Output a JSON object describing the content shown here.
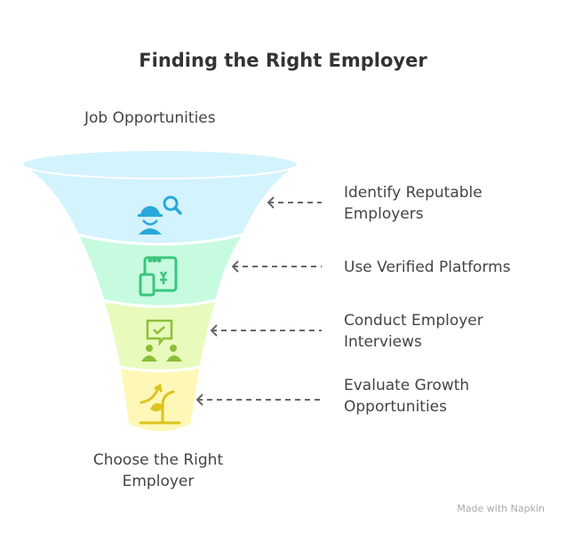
{
  "title": "Finding the Right Employer",
  "top_label": "Job Opportunities",
  "bottom_label": "Choose the Right Employer",
  "stages": [
    {
      "label": "Identify Reputable Employers",
      "icon": "worker-search-icon",
      "fill": "#d3f3fd",
      "color": "#29a8dc"
    },
    {
      "label": "Use Verified Platforms",
      "icon": "verified-platform-icon",
      "fill": "#c6fbe0",
      "color": "#3cc47c"
    },
    {
      "label": "Conduct Employer Interviews",
      "icon": "interview-icon",
      "fill": "#e8fbbd",
      "color": "#8bbf3a"
    },
    {
      "label": "Evaluate Growth Opportunities",
      "icon": "growth-plant-icon",
      "fill": "#fef7b8",
      "color": "#dcc41c"
    }
  ],
  "watermark": "Made with Napkin"
}
